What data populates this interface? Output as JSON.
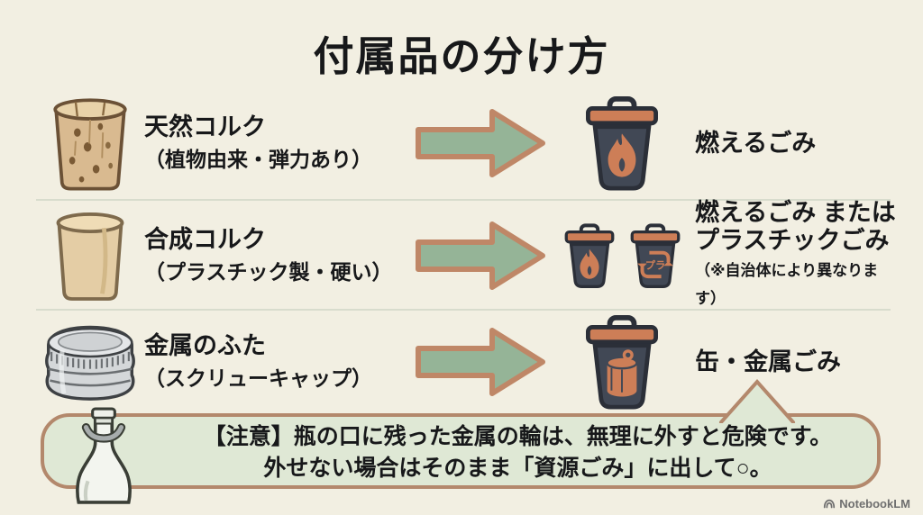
{
  "title": "付属品の分け方",
  "rows": [
    {
      "item": "natural-cork",
      "label_line1": "天然コルク",
      "label_line2": "（植物由来・弾力あり）",
      "bins": [
        "burnable"
      ],
      "result_line1": "燃えるごみ"
    },
    {
      "item": "synthetic-cork",
      "label_line1": "合成コルク",
      "label_line2": "（プラスチック製・硬い）",
      "bins": [
        "burnable",
        "plastic"
      ],
      "plastic_mark_label": "プラ",
      "result_line1": "燃えるごみ または",
      "result_line2": "プラスチックごみ",
      "result_note": "（※自治体により異なります）"
    },
    {
      "item": "metal-screw-cap",
      "label_line1": "金属のふた",
      "label_line2": "（スクリューキャップ）",
      "bins": [
        "metal-can"
      ],
      "result_line1": "缶・金属ごみ"
    }
  ],
  "note": {
    "line1": "【注意】瓶の口に残った金属の輪は、無理に外すと危険です。",
    "line2": "外せない場合はそのまま「資源ごみ」に出して○。"
  },
  "watermark": {
    "label": "NotebookLM"
  },
  "colors": {
    "bg": "#f2efe2",
    "text": "#17181a",
    "arrow_fill": "#95b497",
    "arrow_stroke": "#bf8767",
    "bin_body": "#414855",
    "bin_outline": "#2b2f38",
    "bin_accent": "#cd7e57",
    "note_bg": "#dfe8d5",
    "note_border": "#b3886c",
    "divider": "#d8dccd",
    "watermark": "#6f6f6f"
  }
}
